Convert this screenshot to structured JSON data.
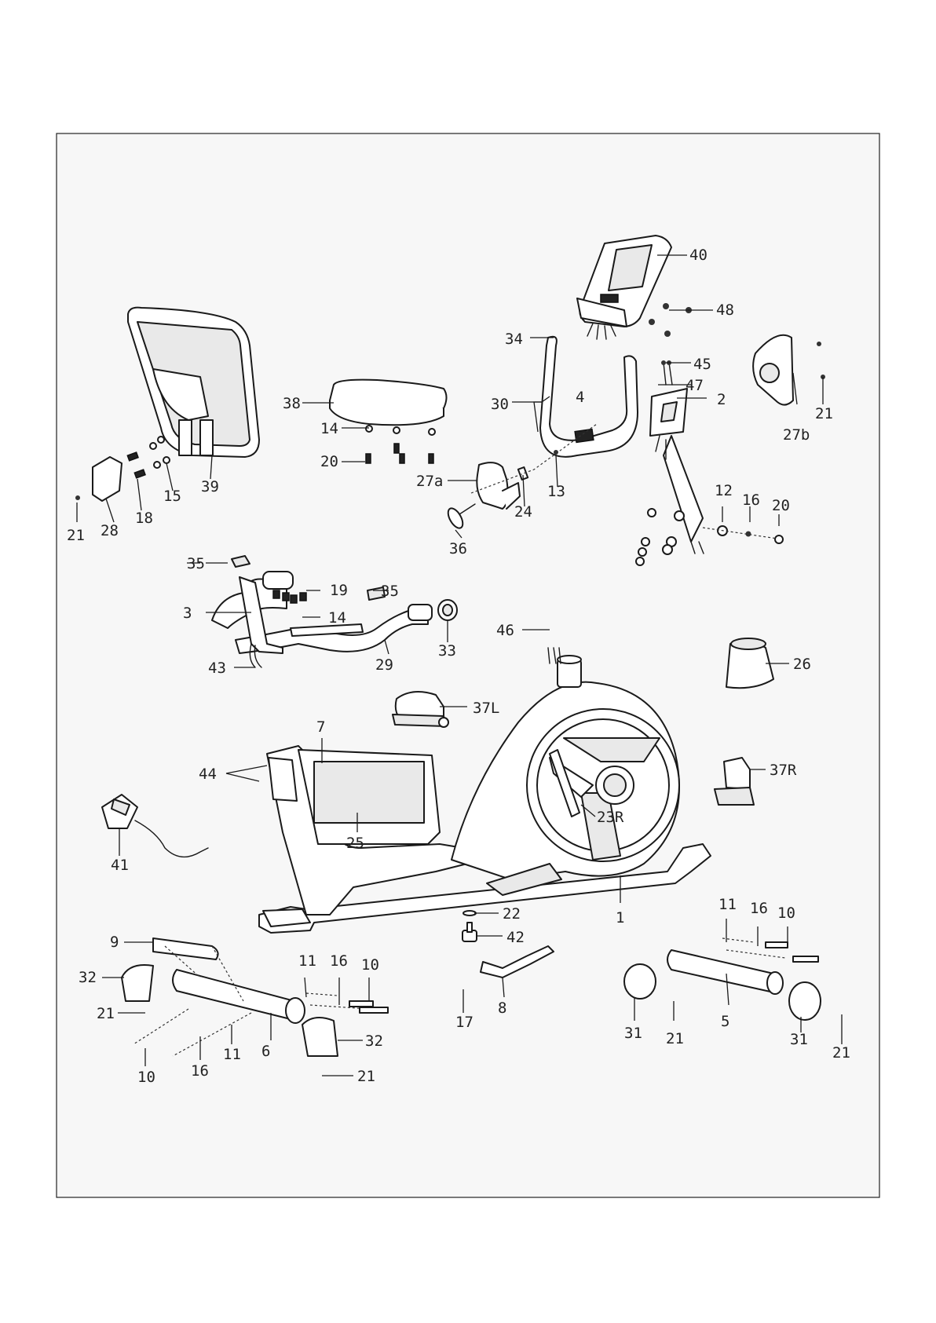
{
  "diagram": {
    "part_labels": {
      "p1": "1",
      "p2": "2",
      "p3": "3",
      "p4": "4",
      "p5": "5",
      "p6": "6",
      "p7": "7",
      "p8": "8",
      "p9": "9",
      "p10a": "10",
      "p10b": "10",
      "p10c": "10",
      "p11a": "11",
      "p11b": "11",
      "p11c": "11",
      "p12": "12",
      "p13": "13",
      "p14a": "14",
      "p14b": "14",
      "p15": "15",
      "p16a": "16",
      "p16b": "16",
      "p16c": "16",
      "p16d": "16",
      "p17": "17",
      "p18": "18",
      "p19": "19",
      "p20a": "20",
      "p20b": "20",
      "p21a": "21",
      "p21b": "21",
      "p21c": "21",
      "p21d": "21",
      "p21e": "21",
      "p21f": "21",
      "p22": "22",
      "p23R": "23R",
      "p24": "24",
      "p25": "25",
      "p26": "26",
      "p27a": "27a",
      "p27b": "27b",
      "p28": "28",
      "p29": "29",
      "p30": "30",
      "p31a": "31",
      "p31b": "31",
      "p32a": "32",
      "p32b": "32",
      "p33": "33",
      "p34": "34",
      "p35a": "35",
      "p35b": "35",
      "p36": "36",
      "p37L": "37L",
      "p37R": "37R",
      "p38": "38",
      "p39": "39",
      "p40": "40",
      "p41": "41",
      "p42": "42",
      "p43": "43",
      "p44": "44",
      "p45": "45",
      "p46": "46",
      "p47": "47",
      "p48": "48"
    }
  }
}
